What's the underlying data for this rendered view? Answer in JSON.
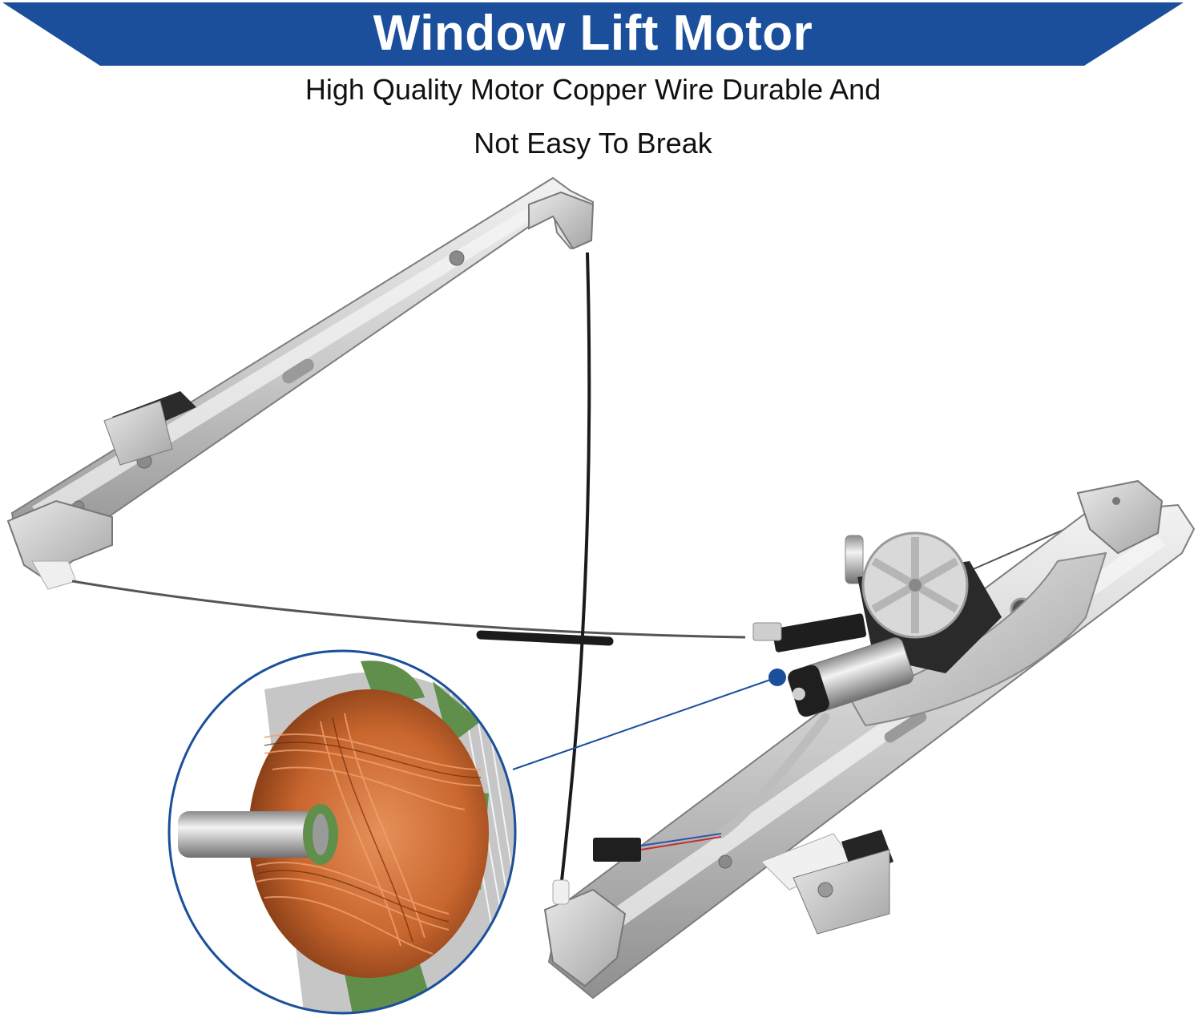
{
  "banner": {
    "title": "Window Lift Motor",
    "background_color": "#1b4f9c",
    "text_color": "#ffffff"
  },
  "subtitle": {
    "line1": "High Quality Motor Copper Wire Durable And",
    "line2": "Not Easy To Break"
  },
  "product": {
    "name": "window-regulator-with-motor",
    "callout": {
      "subject": "motor-armature-copper-windings",
      "accent_color": "#1b4f9c",
      "copper_color": "#c8662e",
      "insulator_color": "#5f8f4a"
    }
  }
}
